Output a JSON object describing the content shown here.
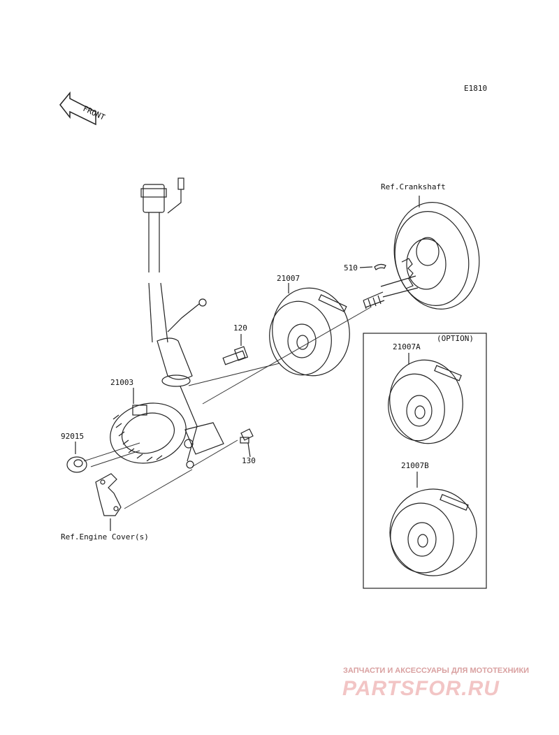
{
  "diagram_code": "E1810",
  "front_label": "FRONT",
  "option_label": "(OPTION)",
  "parts": {
    "crankshaft_ref": "Ref.Crankshaft",
    "key": "510",
    "rotor": "21007",
    "bolt": "120",
    "stator": "21003",
    "grommet": "92015",
    "bolt2": "130",
    "engine_cover_ref": "Ref.Engine Cover(s)",
    "rotor_a": "21007A",
    "rotor_b": "21007B"
  },
  "watermark": {
    "line1": "ЗАПЧАСТИ И АКСЕССУАРЫ ДЛЯ МОТОТЕХНИКИ",
    "line2": "PARTSFOR.RU"
  }
}
